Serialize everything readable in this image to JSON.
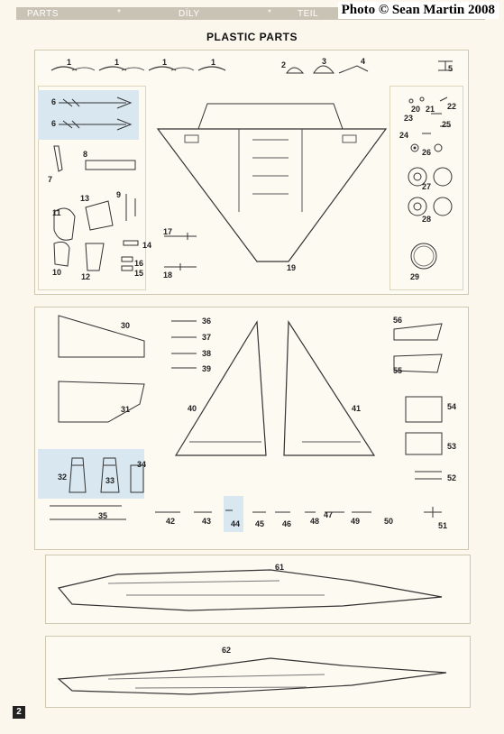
{
  "header": {
    "parts_label": "PARTS",
    "star": "*",
    "dily_label": "DÍLY",
    "teile_label": "TEIL"
  },
  "credit": "Photo © Sean Martin 2008",
  "title": "PLASTIC PARTS",
  "page_number": "2",
  "part_numbers": [
    "1",
    "1",
    "1",
    "1",
    "2",
    "3",
    "4",
    "5",
    "6",
    "6",
    "7",
    "8",
    "9",
    "10",
    "11",
    "12",
    "13",
    "14",
    "15",
    "16",
    "17",
    "18",
    "19",
    "20",
    "21",
    "22",
    "23",
    "24",
    "25",
    "26",
    "27",
    "28",
    "29",
    "30",
    "31",
    "32",
    "33",
    "34",
    "35",
    "36",
    "37",
    "38",
    "39",
    "40",
    "41",
    "42",
    "43",
    "44",
    "45",
    "46",
    "47",
    "48",
    "49",
    "50",
    "51",
    "52",
    "53",
    "54",
    "55",
    "56",
    "61",
    "62"
  ],
  "colors": {
    "sprue": "#cfc8b0",
    "highlight": "#d9e7f1",
    "header": "#c8c3b4"
  }
}
